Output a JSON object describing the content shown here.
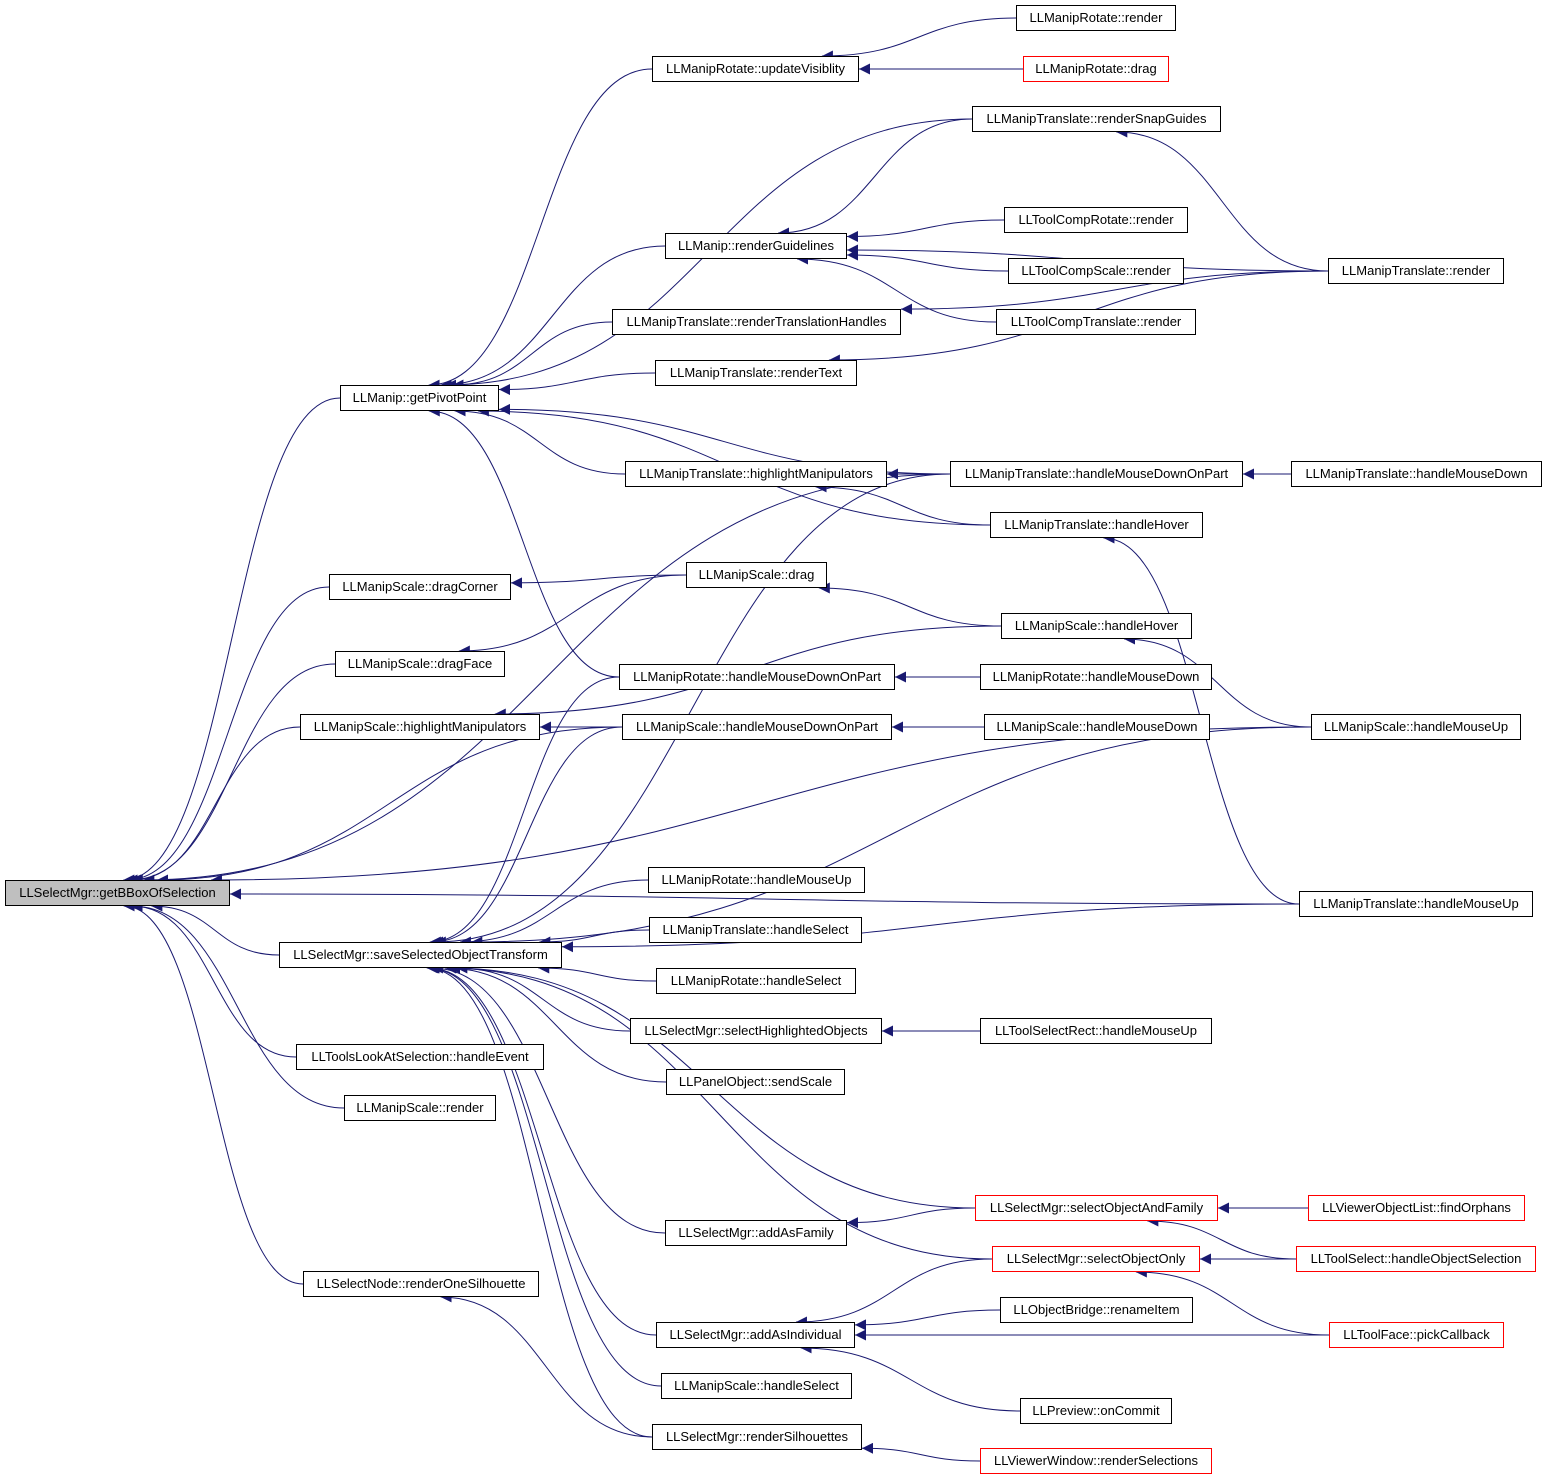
{
  "colors": {
    "edge": "#191970",
    "node_border": "#000000",
    "incomplete_node_border": "#ff0000",
    "root_fill": "#bfbfbf"
  },
  "nodes": {
    "root": "LLSelectMgr::getBBoxOfSelection",
    "getPivotPoint": "LLManip::getPivotPoint",
    "dragCorner": "LLManipScale::dragCorner",
    "dragFace": "LLManipScale::dragFace",
    "scaleHighlight": "LLManipScale::highlightManipulators",
    "saveSel": "LLSelectMgr::saveSelectedObjectTransform",
    "lookAt": "LLToolsLookAtSelection::handleEvent",
    "scaleRender": "LLManipScale::render",
    "renderOneSil": "LLSelectNode::renderOneSilhouette",
    "rotUpdVis": "LLManipRotate::updateVisiblity",
    "manipRenderGuide": "LLManip::renderGuidelines",
    "transRenderHandles": "LLManipTranslate::renderTranslationHandles",
    "transRenderText": "LLManipTranslate::renderText",
    "transHighlight": "LLManipTranslate::highlightManipulators",
    "scaleDrag": "LLManipScale::drag",
    "rotHMDOP": "LLManipRotate::handleMouseDownOnPart",
    "scaleHMDOP": "LLManipScale::handleMouseDownOnPart",
    "rotHMU": "LLManipRotate::handleMouseUp",
    "transHandleSelect": "LLManipTranslate::handleSelect",
    "rotHandleSelect": "LLManipRotate::handleSelect",
    "selHighlighted": "LLSelectMgr::selectHighlightedObjects",
    "panelSendScale": "LLPanelObject::sendScale",
    "addAsFamily": "LLSelectMgr::addAsFamily",
    "addAsIndividual": "LLSelectMgr::addAsIndividual",
    "scaleHandleSelect": "LLManipScale::handleSelect",
    "renderSils": "LLSelectMgr::renderSilhouettes",
    "rotRender": "LLManipRotate::render",
    "rotDrag": "LLManipRotate::drag",
    "transSnap": "LLManipTranslate::renderSnapGuides",
    "compRotRender": "LLToolCompRotate::render",
    "compScaleRender": "LLToolCompScale::render",
    "compTransRender": "LLToolCompTranslate::render",
    "transHMDOP": "LLManipTranslate::handleMouseDownOnPart",
    "transHover": "LLManipTranslate::handleHover",
    "scaleHover": "LLManipScale::handleHover",
    "rotHMD": "LLManipRotate::handleMouseDown",
    "scaleHMD": "LLManipScale::handleMouseDown",
    "toolSelRectHMU": "LLToolSelectRect::handleMouseUp",
    "selObjFamily": "LLSelectMgr::selectObjectAndFamily",
    "selObjOnly": "LLSelectMgr::selectObjectOnly",
    "objBridgeRename": "LLObjectBridge::renameItem",
    "previewCommit": "LLPreview::onCommit",
    "viewerWinRenderSel": "LLViewerWindow::renderSelections",
    "transRender": "LLManipTranslate::render",
    "transHMD": "LLManipTranslate::handleMouseDown",
    "scaleHMU": "LLManipScale::handleMouseUp",
    "transHMU": "LLManipTranslate::handleMouseUp",
    "findOrphans": "LLViewerObjectList::findOrphans",
    "toolSelHOS": "LLToolSelect::handleObjectSelection",
    "toolFacePick": "LLToolFace::pickCallback"
  },
  "incomplete_nodes": [
    "rotDrag",
    "selObjFamily",
    "selObjOnly",
    "viewerWinRenderSel",
    "findOrphans",
    "toolSelHOS",
    "toolFacePick"
  ],
  "edges": [
    [
      "getPivotPoint",
      "root"
    ],
    [
      "dragCorner",
      "root"
    ],
    [
      "dragFace",
      "root"
    ],
    [
      "scaleHighlight",
      "root"
    ],
    [
      "scaleHMDOP",
      "root"
    ],
    [
      "transHMDOP",
      "root"
    ],
    [
      "scaleHMU",
      "root"
    ],
    [
      "saveSel",
      "root"
    ],
    [
      "lookAt",
      "root"
    ],
    [
      "scaleRender",
      "root"
    ],
    [
      "renderOneSil",
      "root"
    ],
    [
      "transHMU",
      "root"
    ],
    [
      "rotUpdVis",
      "getPivotPoint"
    ],
    [
      "transSnap",
      "getPivotPoint"
    ],
    [
      "manipRenderGuide",
      "getPivotPoint"
    ],
    [
      "transRenderHandles",
      "getPivotPoint"
    ],
    [
      "transRenderText",
      "getPivotPoint"
    ],
    [
      "transHMDOP",
      "getPivotPoint"
    ],
    [
      "transHighlight",
      "getPivotPoint"
    ],
    [
      "transHover",
      "getPivotPoint"
    ],
    [
      "rotHMDOP",
      "getPivotPoint"
    ],
    [
      "rotRender",
      "rotUpdVis"
    ],
    [
      "rotDrag",
      "rotUpdVis"
    ],
    [
      "transRender",
      "transSnap"
    ],
    [
      "transSnap",
      "manipRenderGuide"
    ],
    [
      "transRender",
      "manipRenderGuide"
    ],
    [
      "compRotRender",
      "manipRenderGuide"
    ],
    [
      "compScaleRender",
      "manipRenderGuide"
    ],
    [
      "compTransRender",
      "manipRenderGuide"
    ],
    [
      "transRender",
      "transRenderHandles"
    ],
    [
      "transRender",
      "transRenderText"
    ],
    [
      "transHMDOP",
      "transHighlight"
    ],
    [
      "transHover",
      "transHighlight"
    ],
    [
      "transHMD",
      "transHMDOP"
    ],
    [
      "transHMU",
      "transHover"
    ],
    [
      "scaleDrag",
      "dragCorner"
    ],
    [
      "scaleDrag",
      "dragFace"
    ],
    [
      "scaleHover",
      "scaleDrag"
    ],
    [
      "scaleHover",
      "scaleHighlight"
    ],
    [
      "scaleHMDOP",
      "scaleHighlight"
    ],
    [
      "scaleHMU",
      "scaleHover"
    ],
    [
      "rotHMD",
      "rotHMDOP"
    ],
    [
      "scaleHMD",
      "scaleHMDOP"
    ],
    [
      "rotHMDOP",
      "saveSel"
    ],
    [
      "scaleHMDOP",
      "saveSel"
    ],
    [
      "transHMDOP",
      "saveSel"
    ],
    [
      "scaleHMU",
      "saveSel"
    ],
    [
      "rotHMU",
      "saveSel"
    ],
    [
      "transHandleSelect",
      "saveSel"
    ],
    [
      "rotHandleSelect",
      "saveSel"
    ],
    [
      "selHighlighted",
      "saveSel"
    ],
    [
      "panelSendScale",
      "saveSel"
    ],
    [
      "transHMU",
      "saveSel"
    ],
    [
      "selObjFamily",
      "saveSel"
    ],
    [
      "addAsFamily",
      "saveSel"
    ],
    [
      "selObjOnly",
      "saveSel"
    ],
    [
      "addAsIndividual",
      "saveSel"
    ],
    [
      "scaleHandleSelect",
      "saveSel"
    ],
    [
      "renderSils",
      "saveSel"
    ],
    [
      "toolSelRectHMU",
      "selHighlighted"
    ],
    [
      "selObjFamily",
      "addAsFamily"
    ],
    [
      "findOrphans",
      "selObjFamily"
    ],
    [
      "toolSelHOS",
      "selObjFamily"
    ],
    [
      "selObjOnly",
      "addAsIndividual"
    ],
    [
      "objBridgeRename",
      "addAsIndividual"
    ],
    [
      "toolFacePick",
      "addAsIndividual"
    ],
    [
      "previewCommit",
      "addAsIndividual"
    ],
    [
      "toolSelHOS",
      "selObjOnly"
    ],
    [
      "toolFacePick",
      "selObjOnly"
    ],
    [
      "renderSils",
      "renderOneSil"
    ],
    [
      "viewerWinRenderSel",
      "renderSils"
    ]
  ]
}
